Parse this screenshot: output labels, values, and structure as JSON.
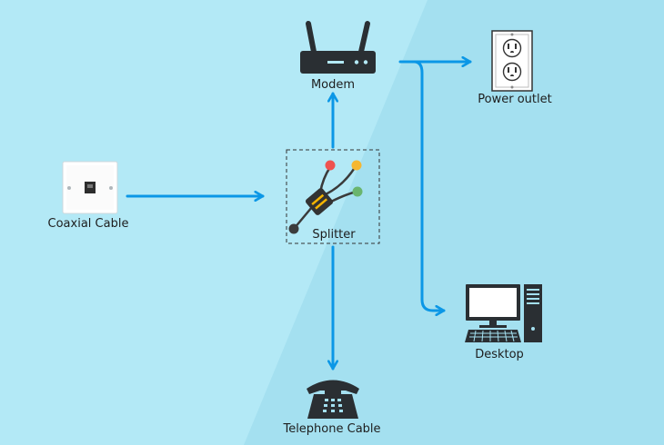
{
  "colors": {
    "background_left": "#b3e9f6",
    "background_right": "#a4e0f0",
    "arrow": "#0b97e6",
    "device_dark": "#2a2f33",
    "splitter_body": "#333333",
    "splitter_accent": "#f4b400",
    "dot_red": "#ef5350",
    "dot_orange": "#f5b731",
    "dot_green": "#6ab56e",
    "dot_dark": "#3c3c3c"
  },
  "nodes": {
    "coaxial": {
      "label": "Coaxial Cable",
      "icon": "wall-jack-icon"
    },
    "splitter": {
      "label": "Splitter",
      "icon": "splitter-icon"
    },
    "modem": {
      "label": "Modem",
      "icon": "router-icon"
    },
    "power": {
      "label": "Power outlet",
      "icon": "power-outlet-icon"
    },
    "desktop": {
      "label": "Desktop",
      "icon": "desktop-computer-icon"
    },
    "telephone": {
      "label": "Telephone Cable",
      "icon": "telephone-icon"
    }
  },
  "edges": [
    {
      "from": "coaxial",
      "to": "splitter"
    },
    {
      "from": "splitter",
      "to": "modem"
    },
    {
      "from": "splitter",
      "to": "telephone"
    },
    {
      "from": "modem",
      "to": "power"
    },
    {
      "from": "modem",
      "to": "desktop"
    }
  ]
}
